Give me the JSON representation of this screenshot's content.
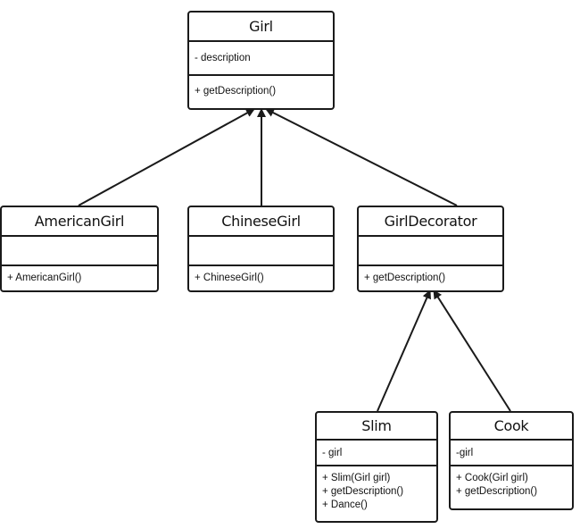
{
  "diagram": {
    "classes": {
      "girl": {
        "name": "Girl",
        "attributes": [
          "- description"
        ],
        "operations": [
          "+ getDescription()"
        ]
      },
      "american": {
        "name": "AmericanGirl",
        "attributes": [],
        "operations": [
          "+ AmericanGirl()"
        ]
      },
      "chinese": {
        "name": "ChineseGirl",
        "attributes": [],
        "operations": [
          "+ ChineseGirl()"
        ]
      },
      "decorator": {
        "name": "GirlDecorator",
        "attributes": [],
        "operations": [
          "+ getDescription()"
        ]
      },
      "slim": {
        "name": "Slim",
        "attributes": [
          "- girl"
        ],
        "operations": [
          "+ Slim(Girl girl)",
          "+ getDescription()",
          "+ Dance()"
        ]
      },
      "cook": {
        "name": "Cook",
        "attributes": [
          "-girl"
        ],
        "operations": [
          "+ Cook(Girl girl)",
          "+ getDescription()"
        ]
      }
    },
    "relationships": [
      {
        "type": "inheritance",
        "from": "AmericanGirl",
        "to": "Girl"
      },
      {
        "type": "inheritance",
        "from": "ChineseGirl",
        "to": "Girl"
      },
      {
        "type": "inheritance",
        "from": "GirlDecorator",
        "to": "Girl"
      },
      {
        "type": "inheritance",
        "from": "Slim",
        "to": "GirlDecorator"
      },
      {
        "type": "inheritance",
        "from": "Cook",
        "to": "GirlDecorator"
      }
    ]
  }
}
